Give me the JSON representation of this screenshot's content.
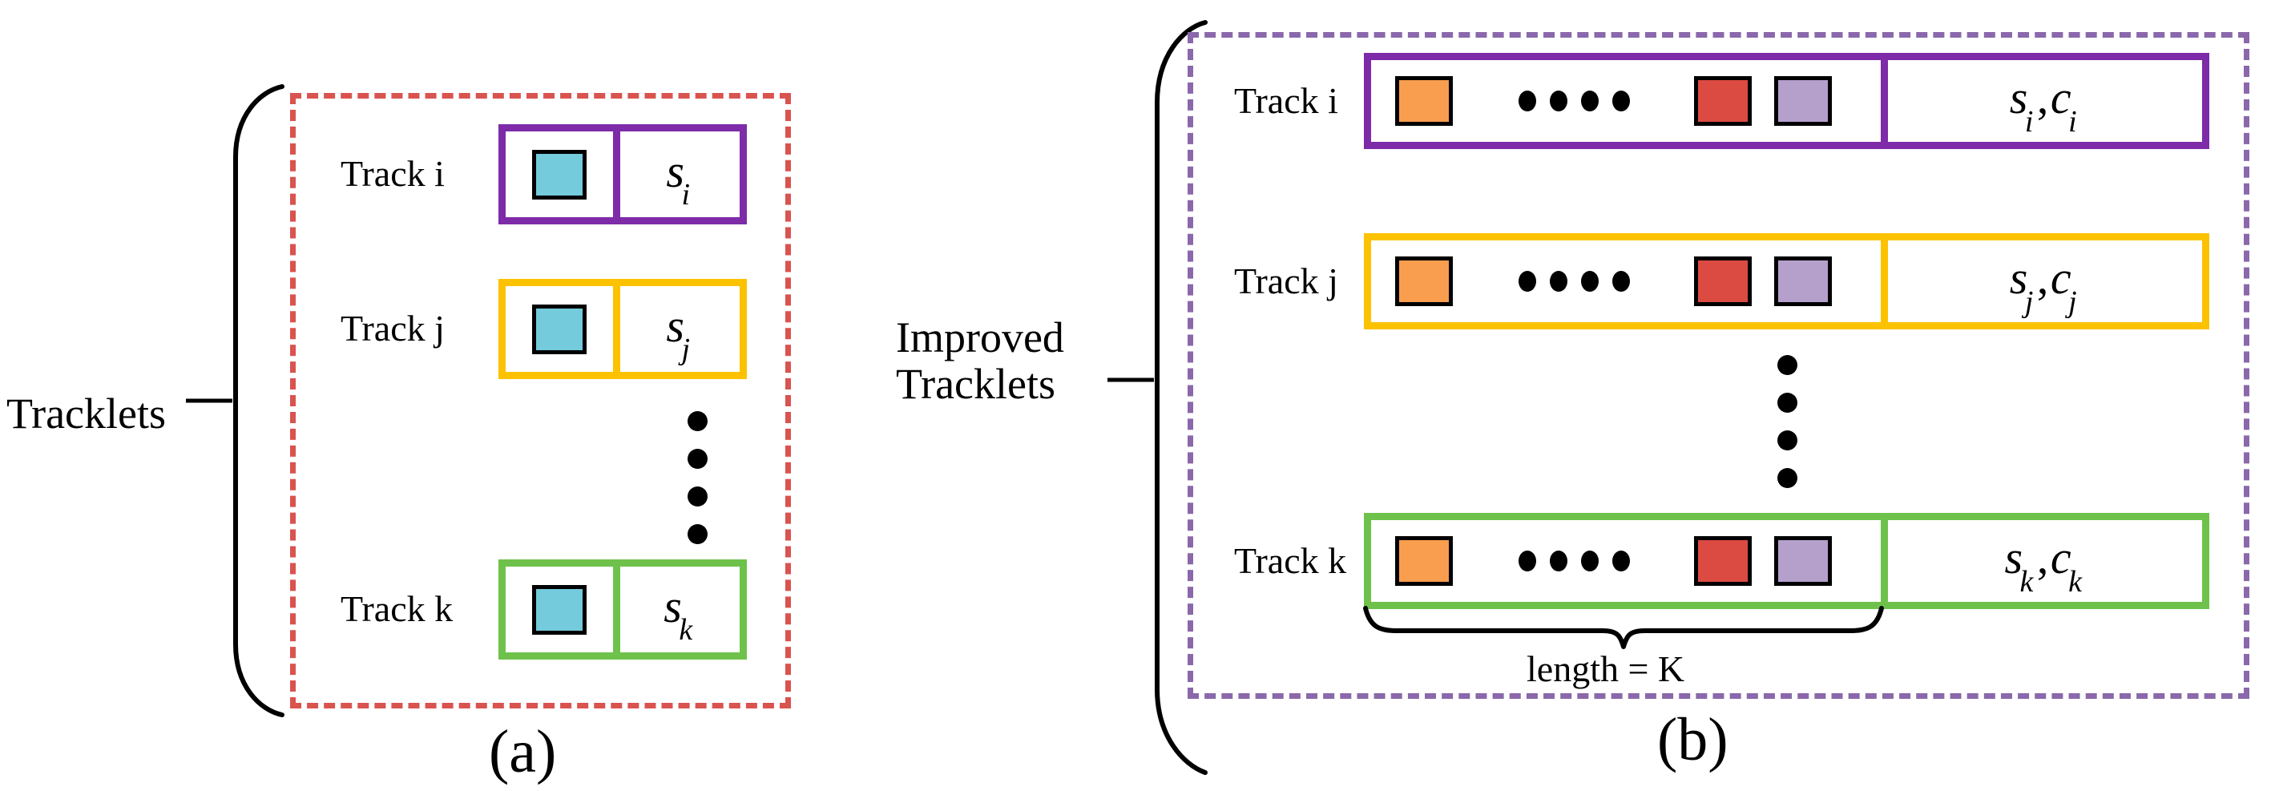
{
  "figure": {
    "panels": [
      {
        "id": "a",
        "caption": "(a)",
        "group_label": "Tracklets",
        "container_color": "#d9534f",
        "container_style": "dashed",
        "tracks": [
          {
            "name": "Track i",
            "color": "#7d2ba8",
            "detections": [
              "cyan-swatch"
            ],
            "score_base": "s",
            "score_sub": "i",
            "score_text": "s_i"
          },
          {
            "name": "Track j",
            "color": "#fcc200",
            "detections": [
              "cyan-swatch"
            ],
            "score_base": "s",
            "score_sub": "j",
            "score_text": "s_j"
          },
          {
            "name": "Track k",
            "color": "#6ec24b",
            "detections": [
              "cyan-swatch"
            ],
            "score_base": "s",
            "score_sub": "k",
            "score_text": "s_k"
          }
        ],
        "vertical_ellipsis_count": 4
      },
      {
        "id": "b",
        "caption": "(b)",
        "group_label_line1": "Improved",
        "group_label_line2": "Tracklets",
        "container_color": "#8a68ab",
        "container_style": "dashed",
        "length_annotation": "length = K",
        "tracks": [
          {
            "name": "Track i",
            "color": "#7d2ba8",
            "detections": [
              "orange-swatch",
              "ellipsis",
              "red-swatch",
              "lavender-swatch"
            ],
            "score_base": "s",
            "score_sub": "i",
            "conf_base": "c",
            "conf_sub": "i",
            "score_text": "s_i , c_i"
          },
          {
            "name": "Track j",
            "color": "#fcc200",
            "detections": [
              "orange-swatch",
              "ellipsis",
              "red-swatch",
              "lavender-swatch"
            ],
            "score_base": "s",
            "score_sub": "j",
            "conf_base": "c",
            "conf_sub": "j",
            "score_text": "s_j , c_j"
          },
          {
            "name": "Track k",
            "color": "#6ec24b",
            "detections": [
              "orange-swatch",
              "ellipsis",
              "red-swatch",
              "lavender-swatch"
            ],
            "score_base": "s",
            "score_sub": "k",
            "conf_base": "c",
            "conf_sub": "k",
            "score_text": "s_k , c_k"
          }
        ],
        "vertical_ellipsis_count": 4,
        "horizontal_ellipsis_count": 4
      }
    ],
    "colors": {
      "cyan_swatch": "#73cbdc",
      "orange_swatch": "#f99d4f",
      "red_swatch": "#dc4b41",
      "lavender_swatch": "#b5a0cc",
      "track_purple": "#7d2ba8",
      "track_yellow": "#fcc200",
      "track_green": "#6ec24b",
      "dashed_red": "#d9534f",
      "dashed_purple": "#8a68ab",
      "outline_black": "#000000"
    },
    "comma": ","
  }
}
